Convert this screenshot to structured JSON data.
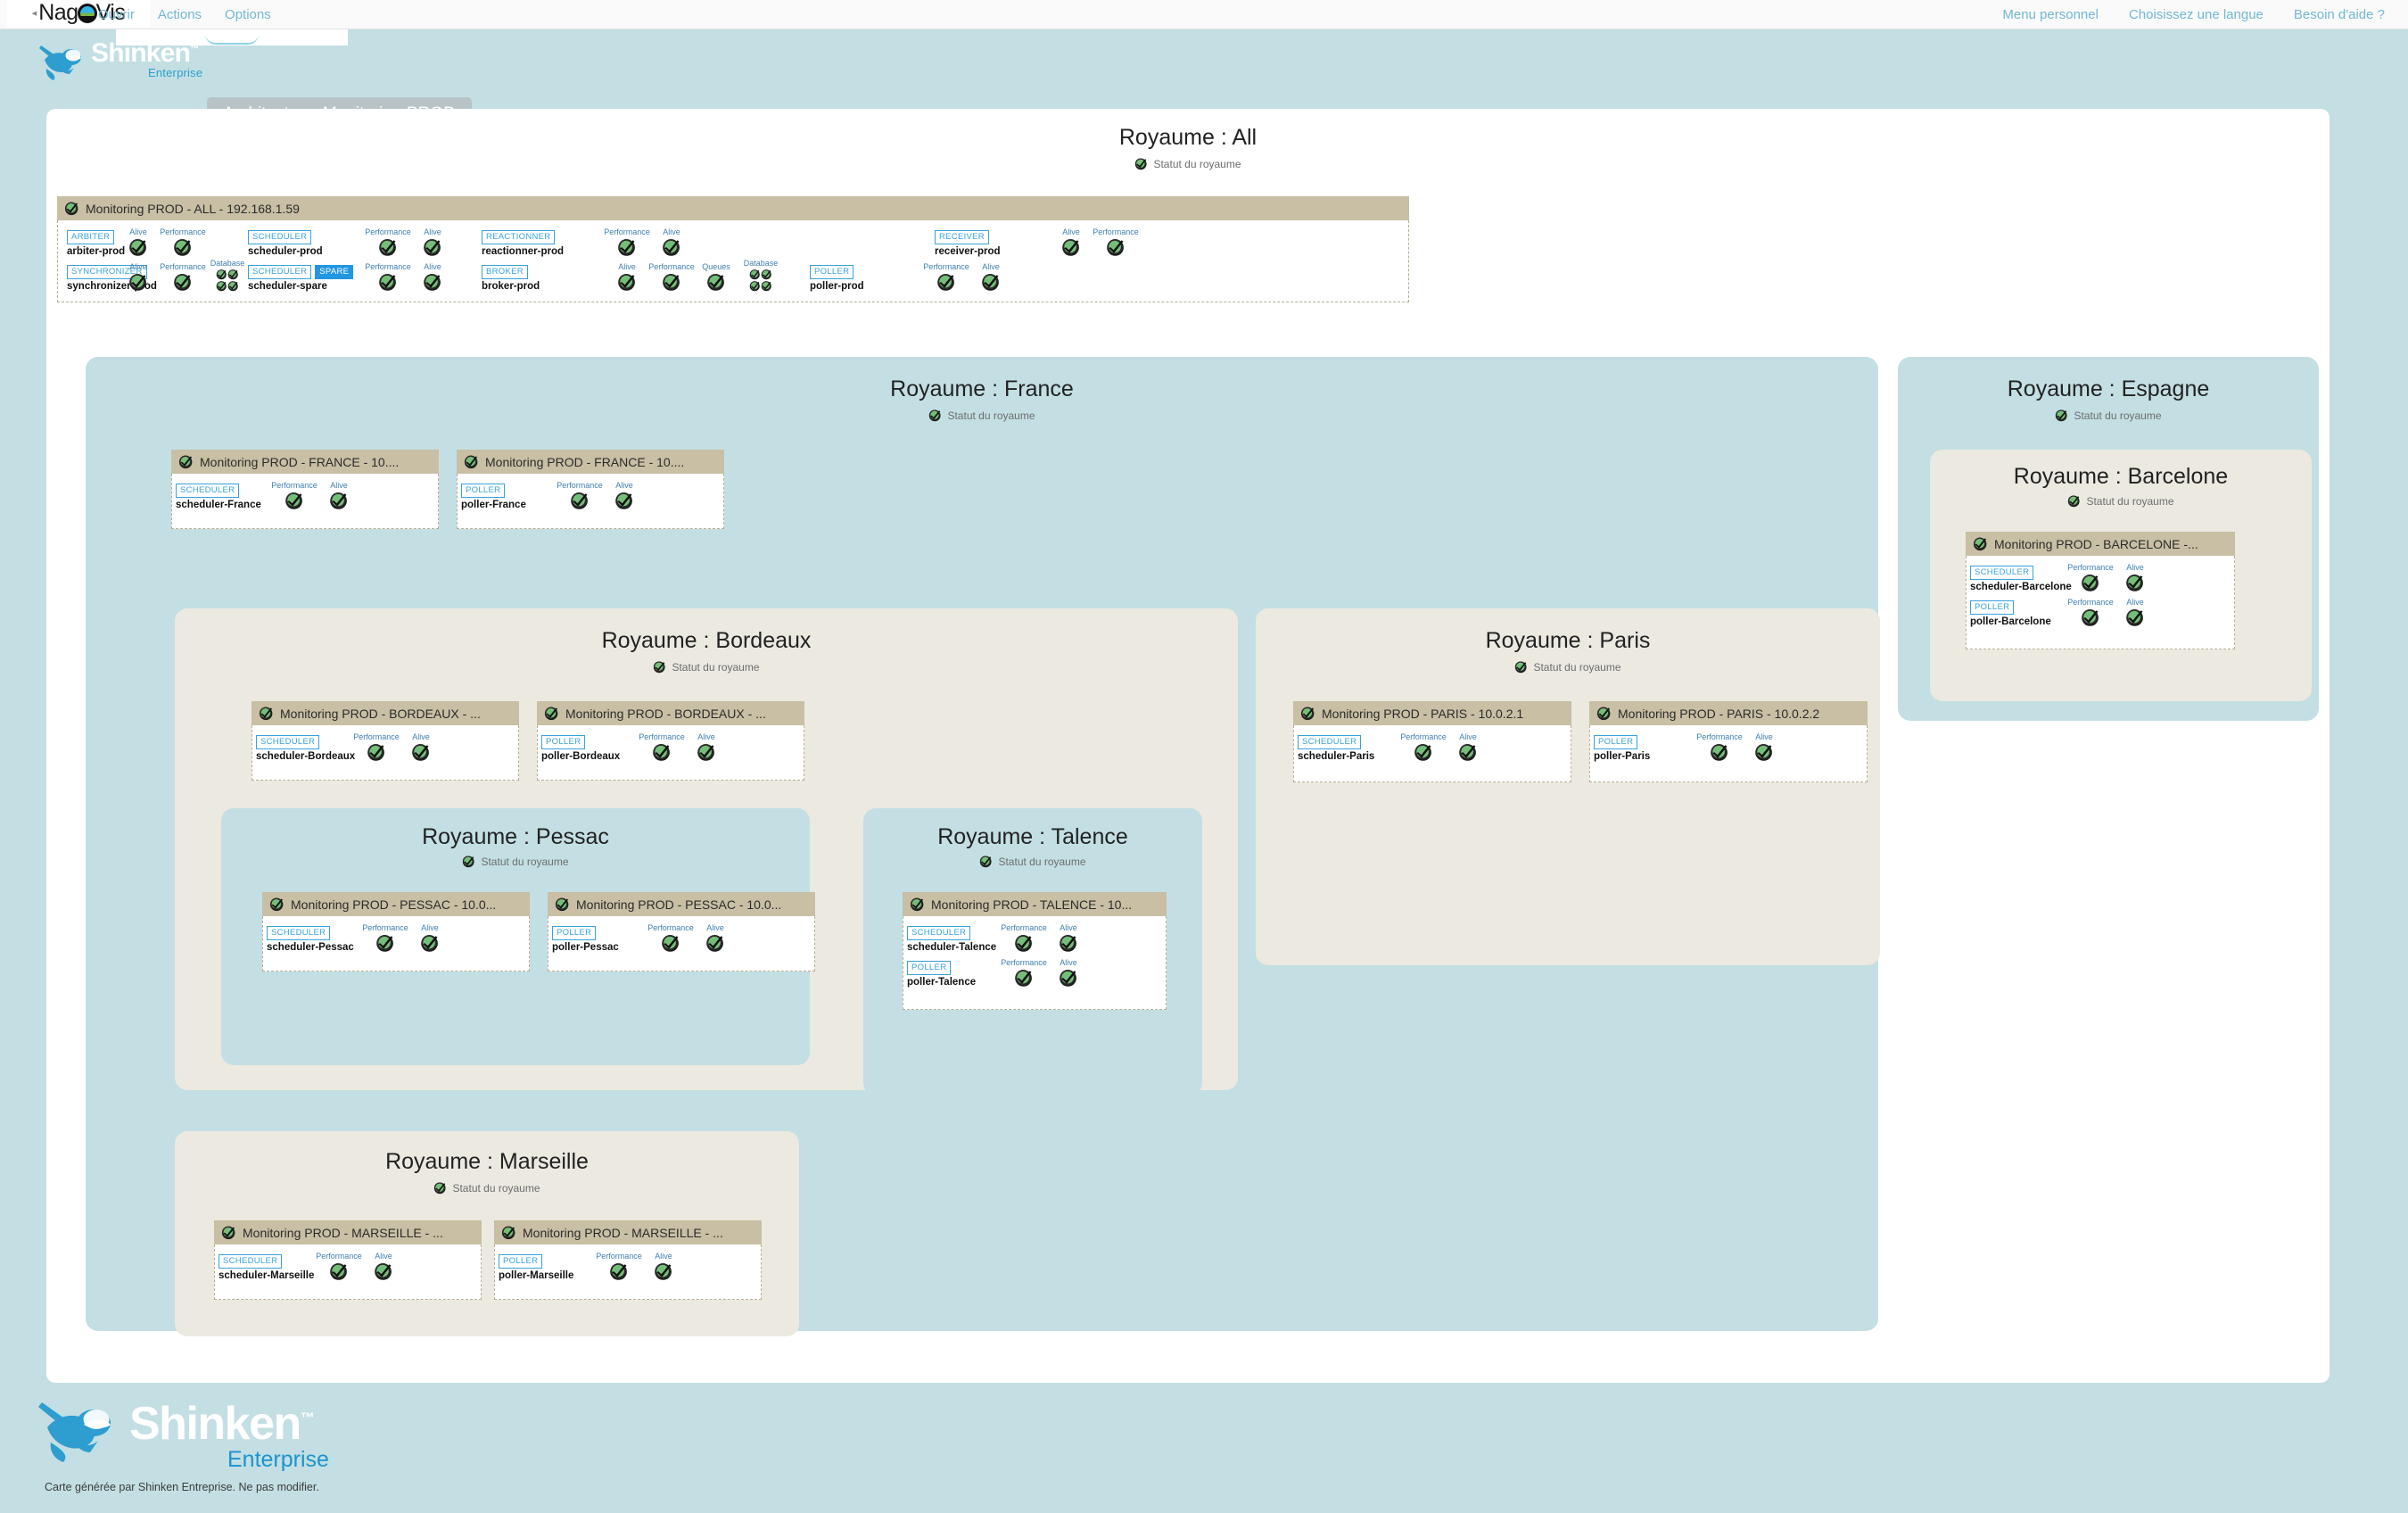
{
  "nav": {
    "brand": "NagVis",
    "left_items": [
      {
        "label": "Ouvrir",
        "name": "nav-ouvrir"
      },
      {
        "label": "Actions",
        "name": "nav-actions"
      },
      {
        "label": "Options",
        "name": "nav-options"
      }
    ],
    "right_items": [
      {
        "label": "Menu personnel",
        "name": "nav-menu-personnel"
      },
      {
        "label": "Choisissez une langue",
        "name": "nav-choisissez-langue"
      },
      {
        "label": "Besoin d'aide ?",
        "name": "nav-besoin-aide"
      }
    ]
  },
  "header": {
    "logo_text": "Shinken",
    "logo_tm": "™",
    "logo_sub": "Enterprise",
    "map_title": "Architecture: Monitoring PROD"
  },
  "footer": {
    "logo_text": "Shinken",
    "logo_tm": "™",
    "logo_sub": "Enterprise",
    "note": "Carte générée par Shinken Entreprise. Ne pas modifier."
  },
  "labels": {
    "status_text": "Statut du royaume",
    "alive": "Alive",
    "performance": "Performance",
    "queues": "Queues",
    "database": "Database"
  },
  "colors": {
    "page_bg": "#c3dfe3",
    "card_bg": "#ffffff",
    "royaume_blue": "#c3dfe3",
    "royaume_cream": "#ece9e1",
    "host_header": "#c8bfa4",
    "tag_blue": "#38a3dd",
    "spare_blue": "#2196e3",
    "nav_link": "#72b8d4",
    "ok_green": "#6cbb6c"
  },
  "royaumes": {
    "all": {
      "title": "Royaume : All",
      "host": {
        "title": "Monitoring PROD - ALL - 192.168.1.59",
        "rows": [
          [
            {
              "tag": "ARBITER",
              "spare": null,
              "host": "arbiter-prod",
              "services": [
                {
                  "label": "Alive"
                },
                {
                  "label": "Performance"
                }
              ]
            },
            {
              "tag": "SCHEDULER",
              "spare": null,
              "host": "scheduler-prod",
              "services": [
                {
                  "label": "Performance"
                },
                {
                  "label": "Alive"
                }
              ]
            },
            {
              "tag": "REACTIONNER",
              "spare": null,
              "host": "reactionner-prod",
              "services": [
                {
                  "label": "Performance"
                },
                {
                  "label": "Alive"
                }
              ]
            },
            {
              "tag": "RECEIVER",
              "spare": null,
              "host": "receiver-prod",
              "services": [
                {
                  "label": "Alive"
                },
                {
                  "label": "Performance"
                }
              ]
            }
          ],
          [
            {
              "tag": "SYNCHRONIZER",
              "spare": null,
              "host": "synchronizer-prod",
              "services": [
                {
                  "label": "Alive"
                },
                {
                  "label": "Performance"
                },
                {
                  "label": "Database",
                  "quad": true
                }
              ]
            },
            {
              "tag": "SCHEDULER",
              "spare": "SPARE",
              "host": "scheduler-spare",
              "services": [
                {
                  "label": "Performance"
                },
                {
                  "label": "Alive"
                }
              ]
            },
            {
              "tag": "BROKER",
              "spare": null,
              "host": "broker-prod",
              "services": [
                {
                  "label": "Alive"
                },
                {
                  "label": "Performance"
                },
                {
                  "label": "Queues"
                },
                {
                  "label": "Database",
                  "quad": true
                }
              ]
            },
            {
              "tag": "POLLER",
              "spare": null,
              "host": "poller-prod",
              "services": [
                {
                  "label": "Performance"
                },
                {
                  "label": "Alive"
                }
              ]
            }
          ]
        ]
      }
    },
    "france": {
      "title": "Royaume : France",
      "hosts": [
        {
          "title": "Monitoring PROD - FRANCE - 10....",
          "rows": [
            {
              "tag": "SCHEDULER",
              "host": "scheduler-France",
              "services": [
                {
                  "label": "Performance"
                },
                {
                  "label": "Alive"
                }
              ]
            }
          ]
        },
        {
          "title": "Monitoring PROD - FRANCE - 10....",
          "rows": [
            {
              "tag": "POLLER",
              "host": "poller-France",
              "services": [
                {
                  "label": "Performance"
                },
                {
                  "label": "Alive"
                }
              ]
            }
          ]
        }
      ]
    },
    "bordeaux": {
      "title": "Royaume : Bordeaux",
      "hosts": [
        {
          "title": "Monitoring PROD - BORDEAUX - ...",
          "rows": [
            {
              "tag": "SCHEDULER",
              "host": "scheduler-Bordeaux",
              "services": [
                {
                  "label": "Performance"
                },
                {
                  "label": "Alive"
                }
              ]
            }
          ]
        },
        {
          "title": "Monitoring PROD - BORDEAUX - ...",
          "rows": [
            {
              "tag": "POLLER",
              "host": "poller-Bordeaux",
              "services": [
                {
                  "label": "Performance"
                },
                {
                  "label": "Alive"
                }
              ]
            }
          ]
        }
      ]
    },
    "pessac": {
      "title": "Royaume : Pessac",
      "hosts": [
        {
          "title": "Monitoring PROD - PESSAC - 10.0...",
          "rows": [
            {
              "tag": "SCHEDULER",
              "host": "scheduler-Pessac",
              "services": [
                {
                  "label": "Performance"
                },
                {
                  "label": "Alive"
                }
              ]
            }
          ]
        },
        {
          "title": "Monitoring PROD - PESSAC - 10.0...",
          "rows": [
            {
              "tag": "POLLER",
              "host": "poller-Pessac",
              "services": [
                {
                  "label": "Performance"
                },
                {
                  "label": "Alive"
                }
              ]
            }
          ]
        }
      ]
    },
    "talence": {
      "title": "Royaume : Talence",
      "hosts": [
        {
          "title": "Monitoring PROD - TALENCE - 10...",
          "rows": [
            {
              "tag": "SCHEDULER",
              "host": "scheduler-Talence",
              "services": [
                {
                  "label": "Performance"
                },
                {
                  "label": "Alive"
                }
              ]
            },
            {
              "tag": "POLLER",
              "host": "poller-Talence",
              "services": [
                {
                  "label": "Performance"
                },
                {
                  "label": "Alive"
                }
              ]
            }
          ]
        }
      ]
    },
    "paris": {
      "title": "Royaume : Paris",
      "hosts": [
        {
          "title": "Monitoring PROD - PARIS - 10.0.2.1",
          "rows": [
            {
              "tag": "SCHEDULER",
              "host": "scheduler-Paris",
              "services": [
                {
                  "label": "Performance"
                },
                {
                  "label": "Alive"
                }
              ]
            }
          ]
        },
        {
          "title": "Monitoring PROD - PARIS - 10.0.2.2",
          "rows": [
            {
              "tag": "POLLER",
              "host": "poller-Paris",
              "services": [
                {
                  "label": "Performance"
                },
                {
                  "label": "Alive"
                }
              ]
            }
          ]
        }
      ]
    },
    "marseille": {
      "title": "Royaume : Marseille",
      "hosts": [
        {
          "title": "Monitoring PROD - MARSEILLE - ...",
          "rows": [
            {
              "tag": "SCHEDULER",
              "host": "scheduler-Marseille",
              "services": [
                {
                  "label": "Performance"
                },
                {
                  "label": "Alive"
                }
              ]
            }
          ]
        },
        {
          "title": "Monitoring PROD - MARSEILLE - ...",
          "rows": [
            {
              "tag": "POLLER",
              "host": "poller-Marseille",
              "services": [
                {
                  "label": "Performance"
                },
                {
                  "label": "Alive"
                }
              ]
            }
          ]
        }
      ]
    },
    "espagne": {
      "title": "Royaume : Espagne"
    },
    "barcelone": {
      "title": "Royaume : Barcelone",
      "hosts": [
        {
          "title": "Monitoring PROD - BARCELONE -...",
          "rows": [
            {
              "tag": "SCHEDULER",
              "host": "scheduler-Barcelone",
              "services": [
                {
                  "label": "Performance"
                },
                {
                  "label": "Alive"
                }
              ]
            },
            {
              "tag": "POLLER",
              "host": "poller-Barcelone",
              "services": [
                {
                  "label": "Performance"
                },
                {
                  "label": "Alive"
                }
              ]
            }
          ]
        }
      ]
    }
  }
}
